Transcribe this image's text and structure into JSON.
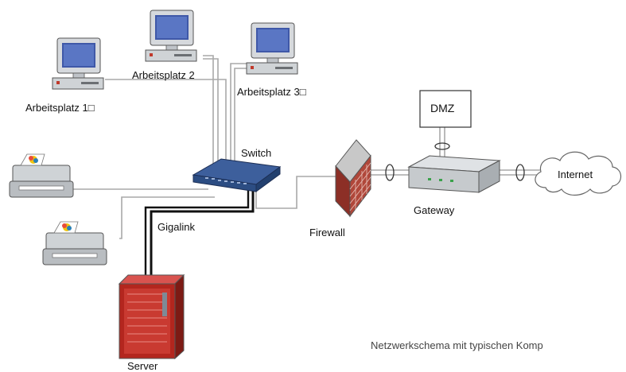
{
  "labels": {
    "ws1": "Arbeitsplatz 1□",
    "ws2": "Arbeitsplatz 2",
    "ws3": "Arbeitsplatz 3□",
    "switch": "Switch",
    "gigalink": "Gigalink",
    "server": "Server",
    "firewall": "Firewall",
    "dmz": "DMZ",
    "gateway": "Gateway",
    "internet": "Internet"
  },
  "caption": "Netzwerkschema mit typischen Komp",
  "colors": {
    "cable": "#a9a9a9",
    "gigalink_cable": "#111111",
    "switch_body": "#2c4d83",
    "firewall_brick": "#b0473a",
    "server_red": "#b3261e",
    "device_gray": "#cfd3d6",
    "monitor_screen": "#3f58a8"
  },
  "icons": [
    "workstation-icon",
    "printer-icon",
    "switch-icon",
    "server-icon",
    "firewall-icon",
    "gateway-icon",
    "dmz-box-icon",
    "internet-cloud-icon"
  ]
}
